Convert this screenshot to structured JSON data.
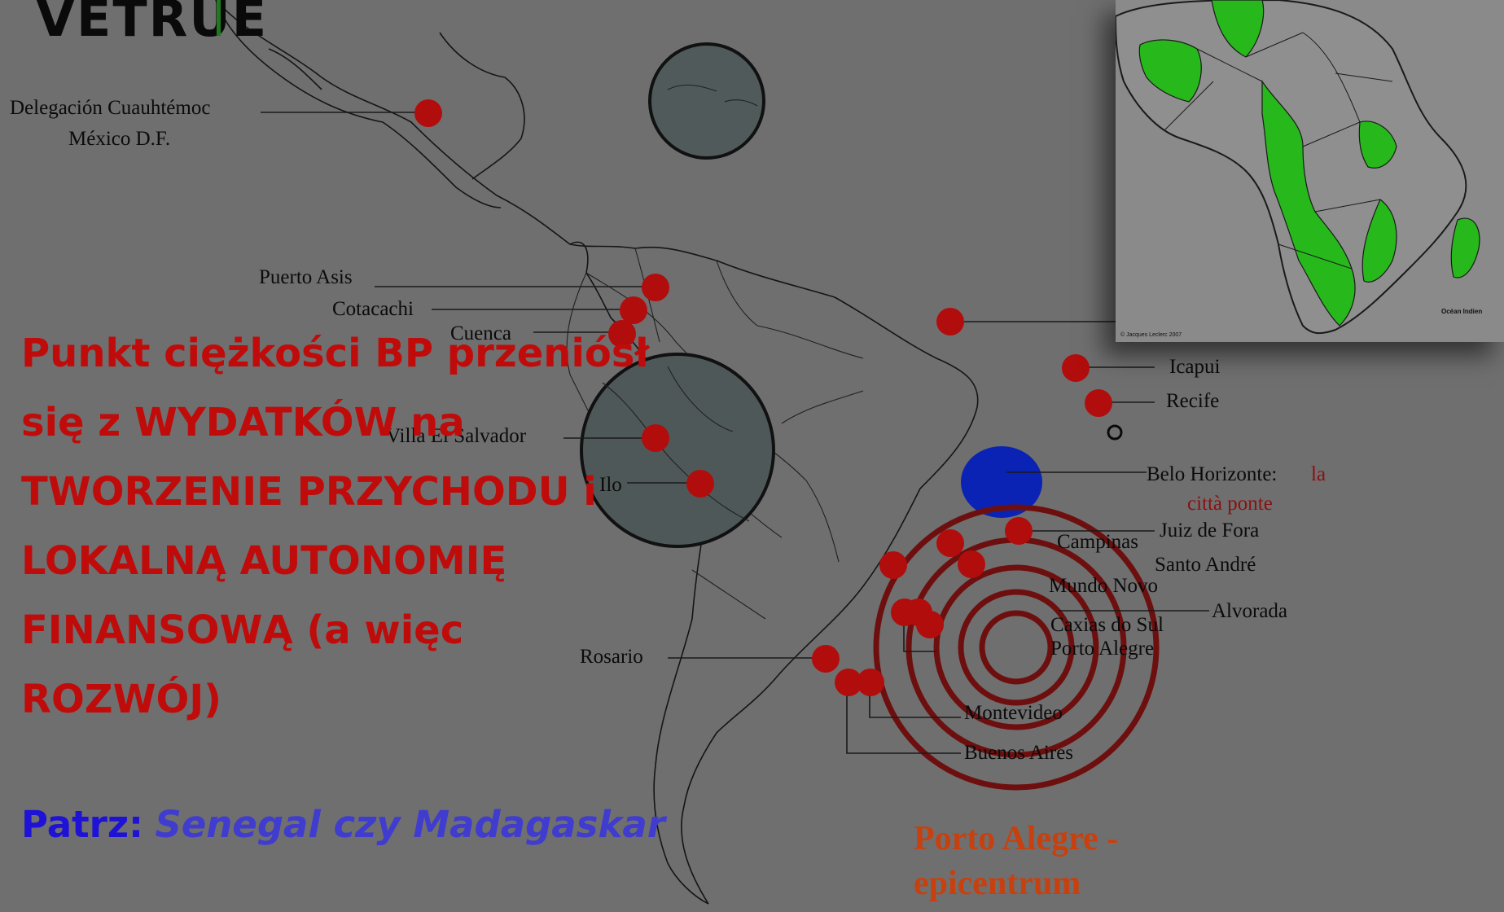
{
  "logo": {
    "text": "VETRUE",
    "accent_color": "#1d7a1d"
  },
  "headline": {
    "text": "Punkt ciężkości BP przeniósł się z WYDATKÓW na TWORZENIE PRZYCHODU i LOKALNĄ AUTONOMIĘ FINANSOWĄ (a więc ROZWÓJ)",
    "color": "#c00b0b"
  },
  "note": {
    "label": "Patrz:",
    "countries": "Senegal czy Madagaskar",
    "label_color": "#1e12d6",
    "countries_color": "#3f3ccf"
  },
  "epicentre_caption": {
    "text": "Porto Alegre - epicentrum",
    "color": "#c8400e"
  },
  "map": {
    "marker_color": "#b20d0d",
    "ring_color": "#6e0f0f",
    "highlight_color": "#0a23b5",
    "places": {
      "cuauhtemoc": "Delegación Cuauhtémoc",
      "mexico_df": "México D.F.",
      "puerto_asis": "Puerto Asis",
      "cotacachi": "Cotacachi",
      "cuenca": "Cuenca",
      "villa_el_salvador": "Villa El Salvador",
      "ilo": "Ilo",
      "rosario": "Rosario",
      "icapui": "Icapui",
      "recife": "Recife",
      "belo_horizonte": "Belo Horizonte:",
      "la_citta_ponte_1": "la",
      "la_citta_ponte_2": "città ponte",
      "juiz_de_fora": "Juiz de Fora",
      "campinas": "Campinas",
      "santo_andre": "Santo André",
      "mundo_novo": "Mundo Novo",
      "alvorada": "Alvorada",
      "caxias_do_sul": "Caxias do Sul",
      "porto_alegre": "Porto Alegre",
      "montevideo": "Montevideo",
      "buenos_aires": "Buenos Aires"
    }
  },
  "africa_inset": {
    "land_color": "#27b81c",
    "copyright": "© Jacques Leclerc 2007",
    "ocean_label": "Océan Indien"
  }
}
